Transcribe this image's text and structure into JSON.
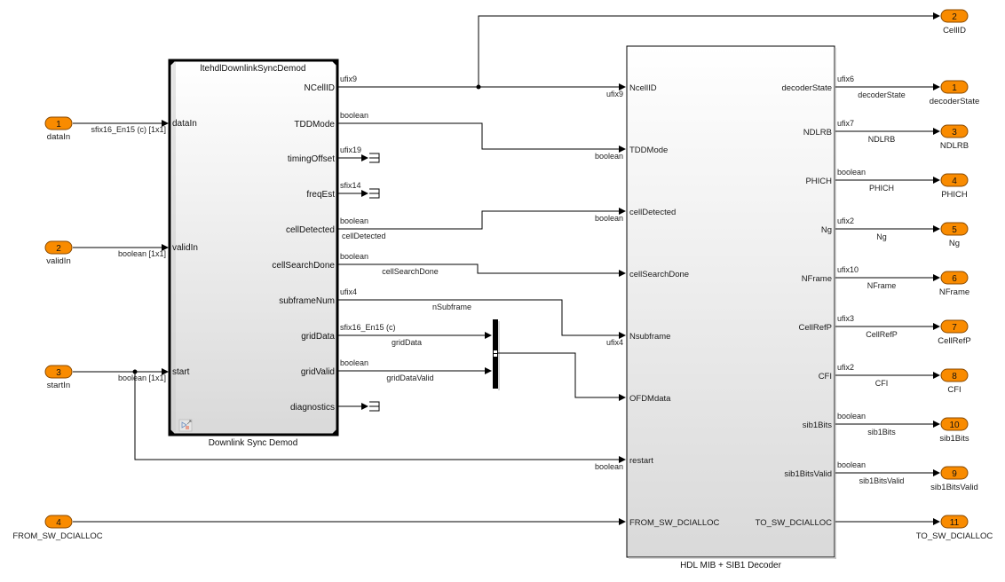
{
  "diagram": {
    "colors": {
      "port_fill": "#F98B00",
      "port_stroke": "#8a4a00",
      "line": "#000000",
      "block_top": "#ffffff",
      "block_bottom": "#d9d9d9"
    },
    "inports": [
      {
        "num": "1",
        "name": "dataIn",
        "signal_type": "sfix16_En15 (c) [1x1]"
      },
      {
        "num": "2",
        "name": "validIn",
        "signal_type": "boolean [1x1]"
      },
      {
        "num": "3",
        "name": "startIn",
        "signal_type": "boolean [1x1]"
      },
      {
        "num": "4",
        "name": "FROM_SW_DCIALLOC",
        "signal_type": ""
      }
    ],
    "demod": {
      "mask_title": "ltehdlDownlinkSyncDemod",
      "name": "Downlink Sync Demod",
      "inputs": [
        "dataIn",
        "validIn",
        "start"
      ],
      "outputs": [
        {
          "port": "NCellID",
          "type": "ufix9",
          "signal": ""
        },
        {
          "port": "TDDMode",
          "type": "boolean",
          "signal": ""
        },
        {
          "port": "timingOffset",
          "type": "ufix19",
          "signal": ""
        },
        {
          "port": "freqEst",
          "type": "sfix14",
          "signal": ""
        },
        {
          "port": "cellDetected",
          "type": "boolean",
          "signal": "cellDetected"
        },
        {
          "port": "cellSearchDone",
          "type": "boolean",
          "signal": "cellSearchDone"
        },
        {
          "port": "subframeNum",
          "type": "ufix4",
          "signal": "nSubframe"
        },
        {
          "port": "gridData",
          "type": "sfix16_En15 (c)",
          "signal": "gridData"
        },
        {
          "port": "gridValid",
          "type": "boolean",
          "signal": "gridDataValid"
        },
        {
          "port": "diagnostics",
          "type": "",
          "signal": ""
        }
      ]
    },
    "decoder": {
      "name": "HDL MIB + SIB1 Decoder",
      "inputs": [
        {
          "port": "NcellID",
          "type": "ufix9"
        },
        {
          "port": "TDDMode",
          "type": "boolean"
        },
        {
          "port": "cellDetected",
          "type": "boolean"
        },
        {
          "port": "cellSearchDone",
          "type": ""
        },
        {
          "port": "Nsubframe",
          "type": "ufix4"
        },
        {
          "port": "OFDMdata",
          "type": ""
        },
        {
          "port": "restart",
          "type": "boolean"
        },
        {
          "port": "FROM_SW_DCIALLOC",
          "type": ""
        }
      ],
      "outputs": [
        {
          "port": "decoderState",
          "type": "ufix6",
          "signal": "decoderState"
        },
        {
          "port": "NDLRB",
          "type": "ufix7",
          "signal": "NDLRB"
        },
        {
          "port": "PHICH",
          "type": "boolean",
          "signal": "PHICH"
        },
        {
          "port": "Ng",
          "type": "ufix2",
          "signal": "Ng"
        },
        {
          "port": "NFrame",
          "type": "ufix10",
          "signal": "NFrame"
        },
        {
          "port": "CellRefP",
          "type": "ufix3",
          "signal": "CellRefP"
        },
        {
          "port": "CFI",
          "type": "ufix2",
          "signal": "CFI"
        },
        {
          "port": "sib1Bits",
          "type": "boolean",
          "signal": "sib1Bits"
        },
        {
          "port": "sib1BitsValid",
          "type": "boolean",
          "signal": "sib1BitsValid"
        },
        {
          "port": "TO_SW_DCIALLOC",
          "type": "",
          "signal": ""
        }
      ]
    },
    "outports": [
      {
        "num": "2",
        "name": "CellID"
      },
      {
        "num": "1",
        "name": "decoderState"
      },
      {
        "num": "3",
        "name": "NDLRB"
      },
      {
        "num": "4",
        "name": "PHICH"
      },
      {
        "num": "5",
        "name": "Ng"
      },
      {
        "num": "6",
        "name": "NFrame"
      },
      {
        "num": "7",
        "name": "CellRefP"
      },
      {
        "num": "8",
        "name": "CFI"
      },
      {
        "num": "10",
        "name": "sib1Bits"
      },
      {
        "num": "9",
        "name": "sib1BitsValid"
      },
      {
        "num": "11",
        "name": "TO_SW_DCIALLOC"
      }
    ]
  }
}
